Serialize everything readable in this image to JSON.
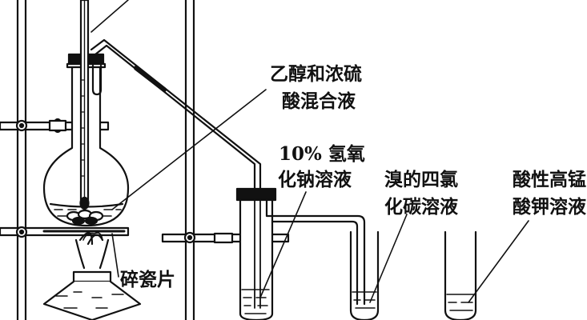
{
  "labels": {
    "reagent_mix": [
      "乙醇和浓硫",
      "酸混合液"
    ],
    "naoh": [
      "10% 氢氧",
      "化钠溶液"
    ],
    "bromine": [
      "溴的四氯",
      "化碳溶液"
    ],
    "kmno4": [
      "酸性高锰",
      "酸钾溶液"
    ],
    "porcelain": "碎瓷片"
  },
  "colors": {
    "ink": "#111111",
    "background": "#ffffff"
  }
}
